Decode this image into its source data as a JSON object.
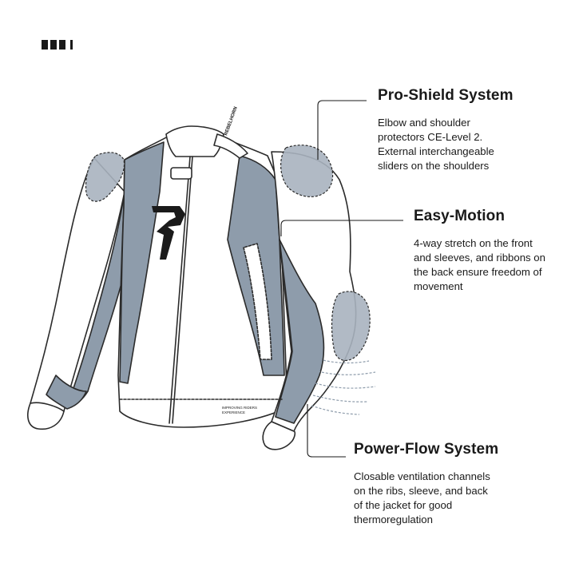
{
  "colors": {
    "shell": "#ffffff",
    "panel": "#8e9cab",
    "protector": "#a8b3bf",
    "outline": "#2b2b2b",
    "text": "#1a1a1a"
  },
  "brand": {
    "mark_icon": "brand-bars-icon",
    "logo_icon": "rebelhorn-logo-icon"
  },
  "garment_text": {
    "collar": "REBELHORN",
    "hem_line1": "IMPROVING RIDERS",
    "hem_line2": "EXPERIENCE"
  },
  "callouts": [
    {
      "title": "Pro-Shield System",
      "lines": [
        "Elbow and shoulder",
        "protectors CE-Level 2.",
        "External interchangeable",
        "sliders on the shoulders"
      ]
    },
    {
      "title": "Easy-Motion",
      "lines": [
        "4-way stretch on the front",
        "and sleeves, and ribbons on",
        "the back ensure freedom of",
        "movement"
      ]
    },
    {
      "title": "Power-Flow System",
      "lines": [
        "Closable ventilation channels",
        "on the ribs, sleeve, and back",
        "of the jacket for good",
        "thermoregulation"
      ]
    }
  ]
}
